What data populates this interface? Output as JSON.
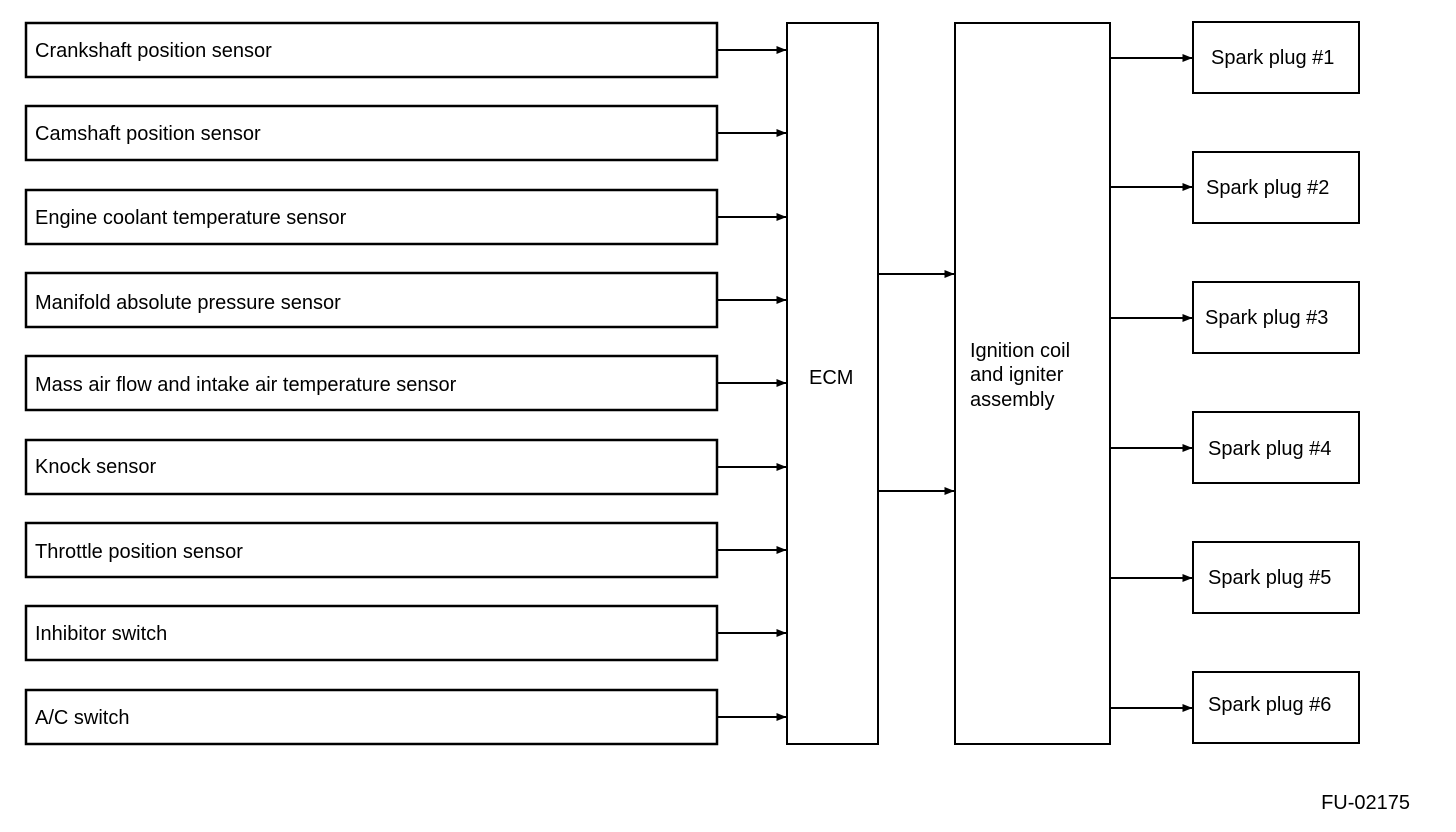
{
  "diagram": {
    "sensors": [
      "Crankshaft position sensor",
      "Camshaft position sensor",
      "Engine coolant temperature sensor",
      "Manifold absolute pressure sensor",
      "Mass air flow and intake air temperature sensor",
      "Knock sensor",
      "Throttle position sensor",
      "Inhibitor switch",
      "A/C switch"
    ],
    "ecm_label": "ECM",
    "ignition_label_lines": [
      "Ignition coil",
      "and igniter",
      "assembly"
    ],
    "spark_plugs": [
      "Spark plug #1",
      "Spark plug #2",
      "Spark plug #3",
      "Spark plug #4",
      "Spark plug #5",
      "Spark plug #6"
    ]
  },
  "figure_code": "FU-02175"
}
